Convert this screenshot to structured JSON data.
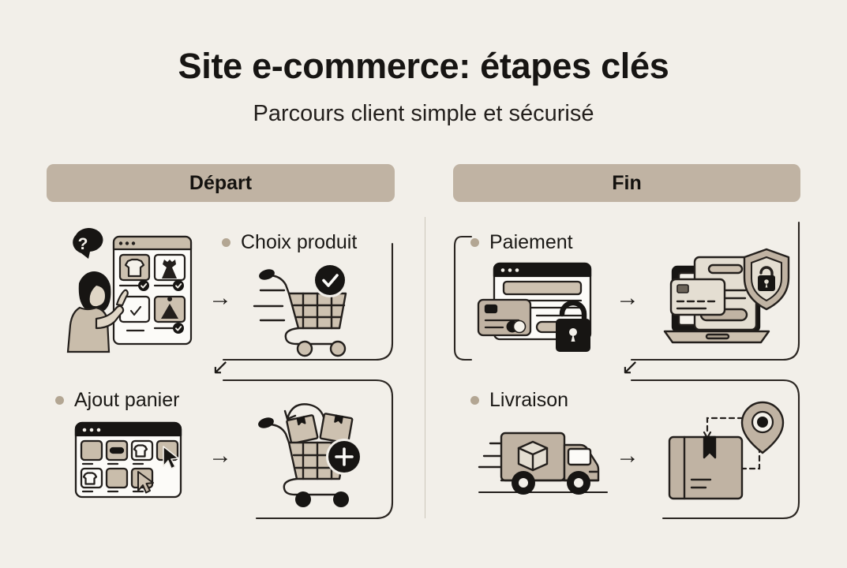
{
  "header": {
    "title": "Site e-commerce: étapes clés",
    "subtitle": "Parcours client simple et sécurisé"
  },
  "columns": [
    {
      "label": "Départ",
      "side": "left"
    },
    {
      "label": "Fin",
      "side": "right"
    }
  ],
  "steps": [
    {
      "id": "choix-produit",
      "label": "Choix produit",
      "column": "left",
      "row": 1,
      "from_icon": "person-browsing-product-grid",
      "to_icon": "shopping-cart-check",
      "connector": "right-wrap-down"
    },
    {
      "id": "ajout-panier",
      "label": "Ajout panier",
      "column": "left",
      "row": 2,
      "from_icon": "product-grid-cursor-click",
      "to_icon": "shopping-cart-plus",
      "connector": "right-wrap-up"
    },
    {
      "id": "paiement",
      "label": "Paiement",
      "column": "right",
      "row": 1,
      "from_icon": "checkout-form-card-lock",
      "to_icon": "laptop-card-shield",
      "connector": "left-wrap-down"
    },
    {
      "id": "livraison",
      "label": "Livraison",
      "column": "right",
      "row": 2,
      "from_icon": "delivery-truck",
      "to_icon": "package-location-pin",
      "connector": "right-wrap-up"
    }
  ],
  "flow_arrows": [
    {
      "name": "arrow-right-choix",
      "glyph": "→"
    },
    {
      "name": "arrow-right-ajout",
      "glyph": "→"
    },
    {
      "name": "arrow-right-paiement",
      "glyph": "→"
    },
    {
      "name": "arrow-right-livraison",
      "glyph": "→"
    },
    {
      "name": "arrow-downleft-left-column",
      "glyph": "↙"
    },
    {
      "name": "arrow-downleft-right-column",
      "glyph": "↙"
    }
  ],
  "colors": {
    "background": "#f2efe9",
    "pill": "#c0b3a3",
    "bullet": "#b3a693",
    "ink": "#1a1815",
    "fill_light": "#e4ded2",
    "fill_mid": "#c9bdab",
    "fill_dark": "#b0a391",
    "divider": "#cdc7bb",
    "stroke": "#231f1c"
  }
}
